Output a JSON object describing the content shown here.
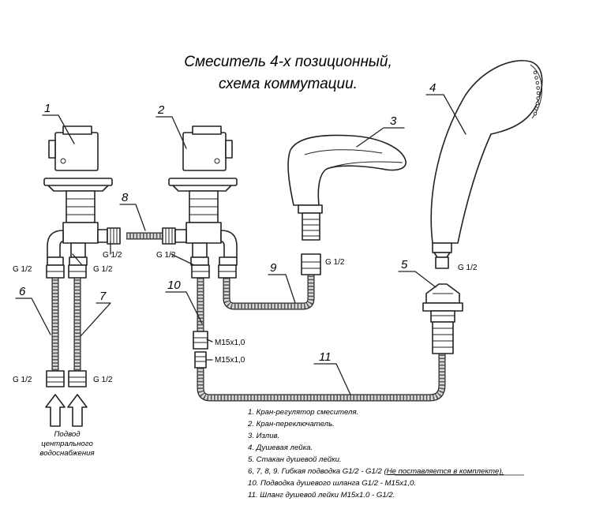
{
  "title": {
    "line1": "Смеситель 4-х позиционный,",
    "line2": "схема коммутации."
  },
  "callouts": {
    "n1": "1",
    "n2": "2",
    "n3": "3",
    "n4": "4",
    "n5": "5",
    "n6": "6",
    "n7": "7",
    "n8": "8",
    "n9": "9",
    "n10": "10",
    "n11": "11"
  },
  "thread_labels": {
    "g_left_top": "G 1/2",
    "g_left_top2": "G 1/2",
    "g_mid1": "G 1/2",
    "g_mid2": "G 1/2",
    "g_left_bot": "G 1/2",
    "g_left_bot2": "G 1/2",
    "g_spout": "G 1/2",
    "g_shower": "G 1/2",
    "m15_1": "M15x1,0",
    "m15_2": "M15x1,0"
  },
  "supply": {
    "line1": "Подвод",
    "line2": "центрального",
    "line3": "водоснабжения"
  },
  "legend": [
    "1. Кран-регулятор смесителя.",
    "2. Кран-переключатель.",
    "3. Излив.",
    "4. Душевая лейка.",
    "5. Стакан душевой лейки."
  ],
  "legend_line6_prefix": "6, 7, 8, 9. Гибкая подводка G1/2 - G1/2 ",
  "legend_line6_note": "(Не поставляется в комплекте).",
  "legend_tail": [
    "10. Подводка душевого шланга G1/2 - M15x1,0.",
    "11. Шланг душевой лейки M15x1.0 - G1/2."
  ],
  "colors": {
    "line": "#222222",
    "hose_fill": "#d9d9d9",
    "background": "#ffffff"
  }
}
